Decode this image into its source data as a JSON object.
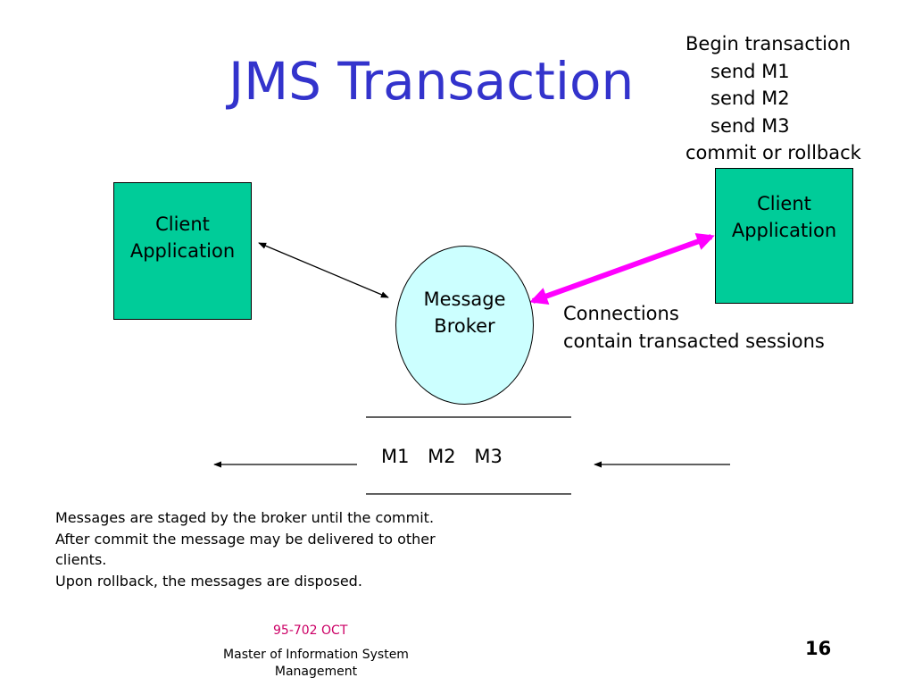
{
  "slide": {
    "title": "JMS Transaction",
    "transaction_steps": {
      "begin": "Begin transaction",
      "send1": "send M1",
      "send2": "send M2",
      "send3": "send M3",
      "end": "commit or rollback"
    },
    "client_left": {
      "line1": "Client",
      "line2": "Application"
    },
    "client_right": {
      "line1": "Client",
      "line2": "Application"
    },
    "broker": {
      "line1": "Message",
      "line2": "Broker"
    },
    "connections_note": {
      "line1": "Connections",
      "line2": "contain transacted sessions"
    },
    "queue_messages": [
      "M1",
      "M2",
      "M3"
    ],
    "explanation": {
      "line1": "Messages are staged by the broker until the commit.",
      "line2": "After commit the message may be delivered to other clients.",
      "line3": "Upon rollback, the messages are disposed."
    },
    "footer": {
      "course": "95-702 OCT",
      "program": "Master of Information System Management",
      "page_number": "16"
    }
  },
  "colors": {
    "title": "#3333cc",
    "client_box": "#00cc99",
    "broker": "#ccffff",
    "transacted_arrow": "#ff00ff",
    "course": "#cc0066"
  },
  "icons": {
    "left_connection": "double-headed-arrow",
    "transacted_connection": "bold-double-headed-arrow",
    "queue_out": "left-arrow",
    "queue_in": "left-arrow"
  }
}
